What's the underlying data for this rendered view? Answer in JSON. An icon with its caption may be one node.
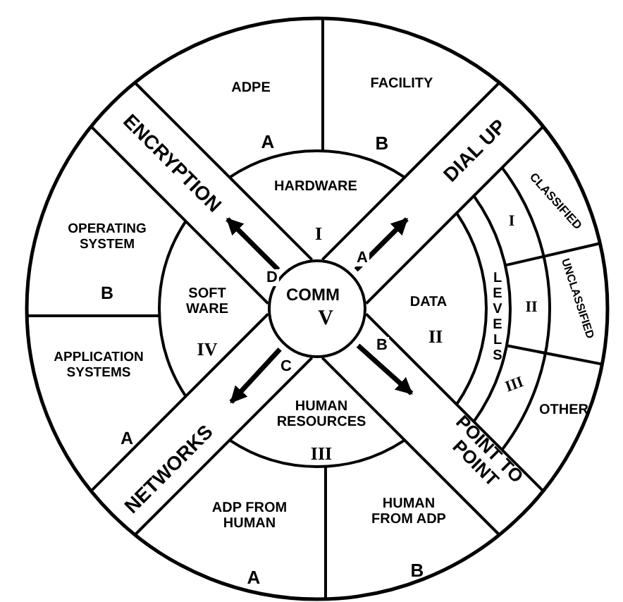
{
  "diagram": {
    "nodes": [
      {
        "text": [
          "ADPE",
          "A"
        ]
      },
      {
        "text": [
          "FACILITY",
          "B"
        ]
      },
      {
        "text": [
          "ENCRYPTION"
        ]
      },
      {
        "text": [
          "DIAL UP"
        ]
      },
      {
        "text": [
          "HARDWARE",
          "I"
        ]
      },
      {
        "text": [
          "CLASSIFIED"
        ]
      },
      {
        "text": [
          "I"
        ]
      },
      {
        "text": [
          "OPERATING SYSTEM",
          "B"
        ]
      },
      {
        "text": [
          "SOFT WARE",
          "IV"
        ]
      },
      {
        "text": [
          "COMM",
          "V"
        ]
      },
      {
        "text": [
          "DATA",
          "II"
        ]
      },
      {
        "text": [
          "LEVELS"
        ]
      },
      {
        "text": [
          "II"
        ]
      },
      {
        "text": [
          "UNCLASSIFIED"
        ]
      },
      {
        "text": [
          "APPLICATION SYSTEMS",
          "A"
        ]
      },
      {
        "text": [
          "III"
        ]
      },
      {
        "text": [
          "OTHER"
        ]
      },
      {
        "text": [
          "NETWORKS"
        ]
      },
      {
        "text": [
          "HUMAN RESOURCES",
          "III"
        ]
      },
      {
        "text": [
          "POINT TO POINT"
        ]
      },
      {
        "text": [
          "ADP FROM HUMAN",
          "A"
        ]
      },
      {
        "text": [
          "HUMAN FROM ADP",
          "B"
        ]
      }
    ],
    "edges": [
      {
        "from": 9,
        "to": 2,
        "arrow": "to",
        "label": "D"
      },
      {
        "from": 9,
        "to": 3,
        "arrow": "to",
        "label": "A"
      },
      {
        "from": 9,
        "to": 17,
        "arrow": "to",
        "label": "C"
      },
      {
        "from": 9,
        "to": 19,
        "arrow": "to",
        "label": "B"
      }
    ]
  }
}
